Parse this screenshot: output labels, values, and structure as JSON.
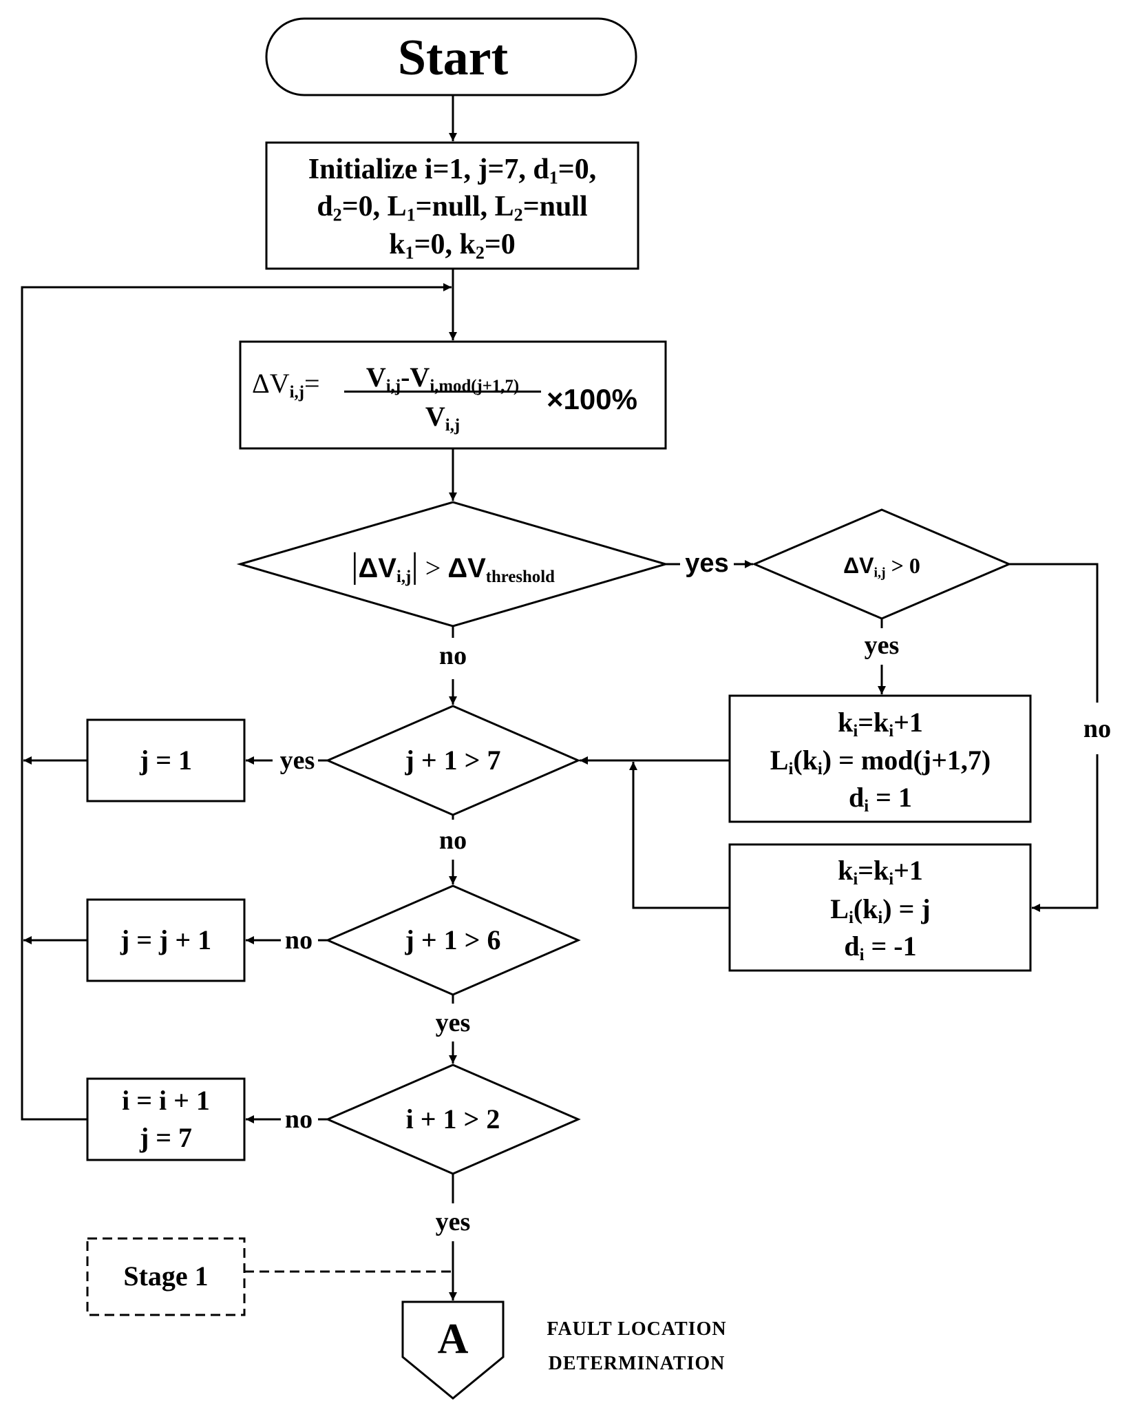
{
  "start": {
    "label": "Start"
  },
  "init": {
    "line1": [
      "Initialize i=1, j=7, d",
      "1",
      "=0,"
    ],
    "line2": [
      "d",
      "2",
      "=0, L",
      "1",
      "=null, L",
      "2",
      "=null"
    ],
    "line3": [
      "k",
      "1",
      "=0, k",
      "2",
      "=0"
    ]
  },
  "deltaV": {
    "lhs": [
      "ΔV",
      "i,j",
      "="
    ],
    "numerator": [
      "V",
      "i,j",
      "-V",
      "i,mod(j+1,7)"
    ],
    "denominator": [
      "V",
      "i,j"
    ],
    "factor": "×100%"
  },
  "threshold": {
    "bar_left": "|",
    "term": [
      "ΔV",
      "i,j"
    ],
    "bar_right": "|",
    "op": ">",
    "rhs": [
      "ΔV",
      "threshold"
    ]
  },
  "positive": {
    "term": [
      "ΔV",
      "i,j"
    ],
    "rest": " > 0"
  },
  "plusBox": {
    "line1": [
      "k",
      "i",
      "=k",
      "i",
      "+1"
    ],
    "line2": [
      "L",
      "i",
      "(k",
      "i",
      ") = mod(j+1,7)"
    ],
    "line3": [
      "d",
      "i",
      " = 1"
    ]
  },
  "minusBox": {
    "line1": [
      "k",
      "i",
      "=k",
      "i",
      "+1"
    ],
    "line2": [
      "L",
      "i",
      "(k",
      "i",
      ") = j"
    ],
    "line3": [
      "d",
      "i",
      " = -1"
    ]
  },
  "decJ7": {
    "label": "j + 1 > 7"
  },
  "decJ6": {
    "label": "j + 1 > 6"
  },
  "decI2": {
    "label": "i + 1 > 2"
  },
  "boxJ1": {
    "label": "j = 1"
  },
  "boxJinc": {
    "label": "j = j + 1"
  },
  "boxIinc": {
    "line1": "i = i + 1",
    "line2": "j = 7"
  },
  "stage1": {
    "label": "Stage 1"
  },
  "connector": {
    "label": "A"
  },
  "fault": {
    "line1": "FAULT LOCATION",
    "line2": "DETERMINATION"
  },
  "edges": {
    "yes_threshold": "yes",
    "no_threshold": "no",
    "yes_positive": "yes",
    "no_positive": "no",
    "yes_j7": "yes",
    "no_j7": "no",
    "no_j6": "no",
    "yes_j6": "yes",
    "no_i2": "no",
    "yes_i2": "yes"
  }
}
